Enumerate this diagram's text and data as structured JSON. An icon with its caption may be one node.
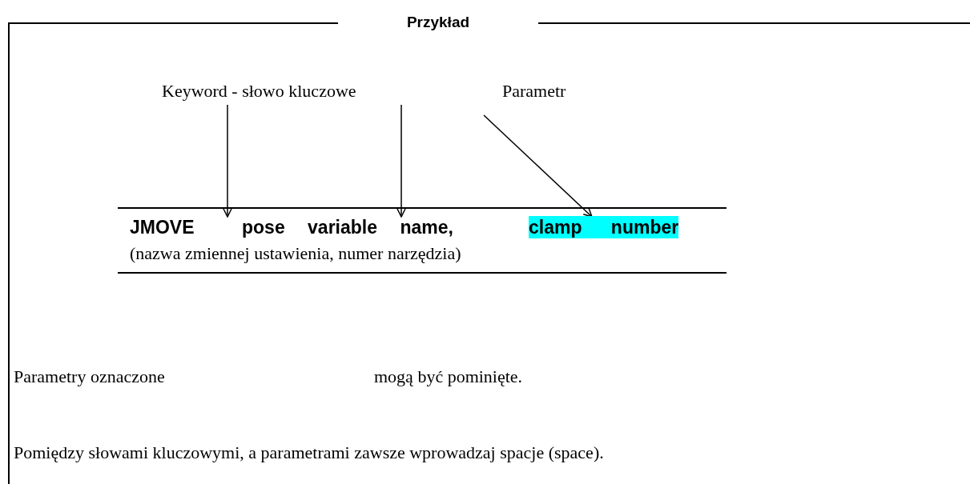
{
  "diagram": {
    "nodes": [
      {
        "text": [
          "Przykład"
        ]
      },
      {
        "text": [
          "Keyword - słowo kluczowe"
        ],
        "in": 0
      },
      {
        "text": [
          "Parametr"
        ],
        "in": 0
      },
      {
        "text": [
          "JMOVE"
        ],
        "in": 0
      },
      {
        "text": [
          "pose variable name,"
        ],
        "in": 0
      },
      {
        "text": [
          "clamp number"
        ],
        "in": 0
      }
    ],
    "edges": [
      {
        "from": 1,
        "to": 3,
        "arrow": "to"
      },
      {
        "from": 1,
        "to": 4,
        "arrow": "to"
      },
      {
        "from": 2,
        "to": 5,
        "arrow": "to"
      }
    ],
    "labels": [
      "(nazwa zmiennej ustawienia, numer narzędzia)",
      "Parametry oznaczone",
      "mogą być pominięte.",
      "Pomiędzy słowami kluczowymi, a parametrami zawsze wprowadzaj spacje (space)."
    ]
  }
}
